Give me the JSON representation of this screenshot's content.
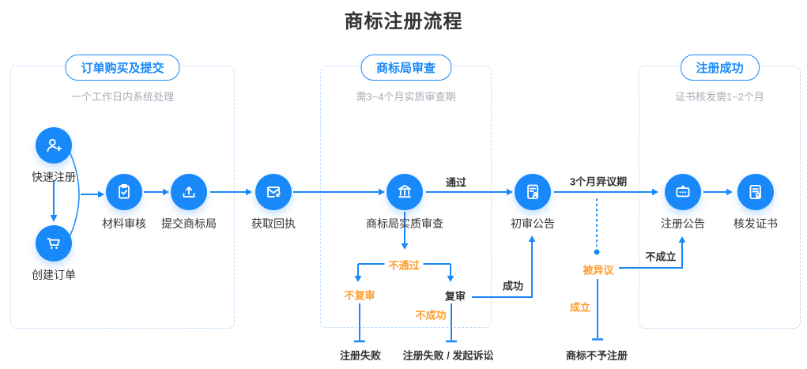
{
  "title": "商标注册流程",
  "sections": [
    {
      "pill": "订单购买及提交",
      "subtitle": "一个工作日内系统处理"
    },
    {
      "pill": "商标局审查",
      "subtitle": "需3~4个月实质审查期"
    },
    {
      "pill": "注册成功",
      "subtitle": "证书核发需1~2个月"
    }
  ],
  "nodes": [
    {
      "label": "快速注册",
      "icon": "user-add-icon"
    },
    {
      "label": "创建订单",
      "icon": "cart-icon"
    },
    {
      "label": "材料审核",
      "icon": "clipboard-check-icon"
    },
    {
      "label": "提交商标局",
      "icon": "upload-icon"
    },
    {
      "label": "获取回执",
      "icon": "mail-receipt-icon"
    },
    {
      "label": "商标局实质审查",
      "icon": "bank-icon"
    },
    {
      "label": "初审公告",
      "icon": "document-user-icon"
    },
    {
      "label": "注册公告",
      "icon": "announcement-board-icon"
    },
    {
      "label": "核发证书",
      "icon": "certificate-icon"
    }
  ],
  "edge_labels": {
    "pass": "通过",
    "objection_period": "3个月异议期",
    "fail": "不通过",
    "no_review": "不复审",
    "review": "复审",
    "success": "成功",
    "unsuccessful": "不成功",
    "register_fail": "注册失败",
    "register_fail_lawsuit": "注册失败 / 发起诉讼",
    "objected": "被异议",
    "established": "成立",
    "not_established": "不成立",
    "trademark_rejected": "商标不予注册"
  },
  "colors": {
    "accent_blue": "#1989fa",
    "accent_orange": "#ff9d2e",
    "text_dark": "#333333",
    "text_gray": "#a6abb5",
    "dashed_border": "#bedcfb"
  }
}
